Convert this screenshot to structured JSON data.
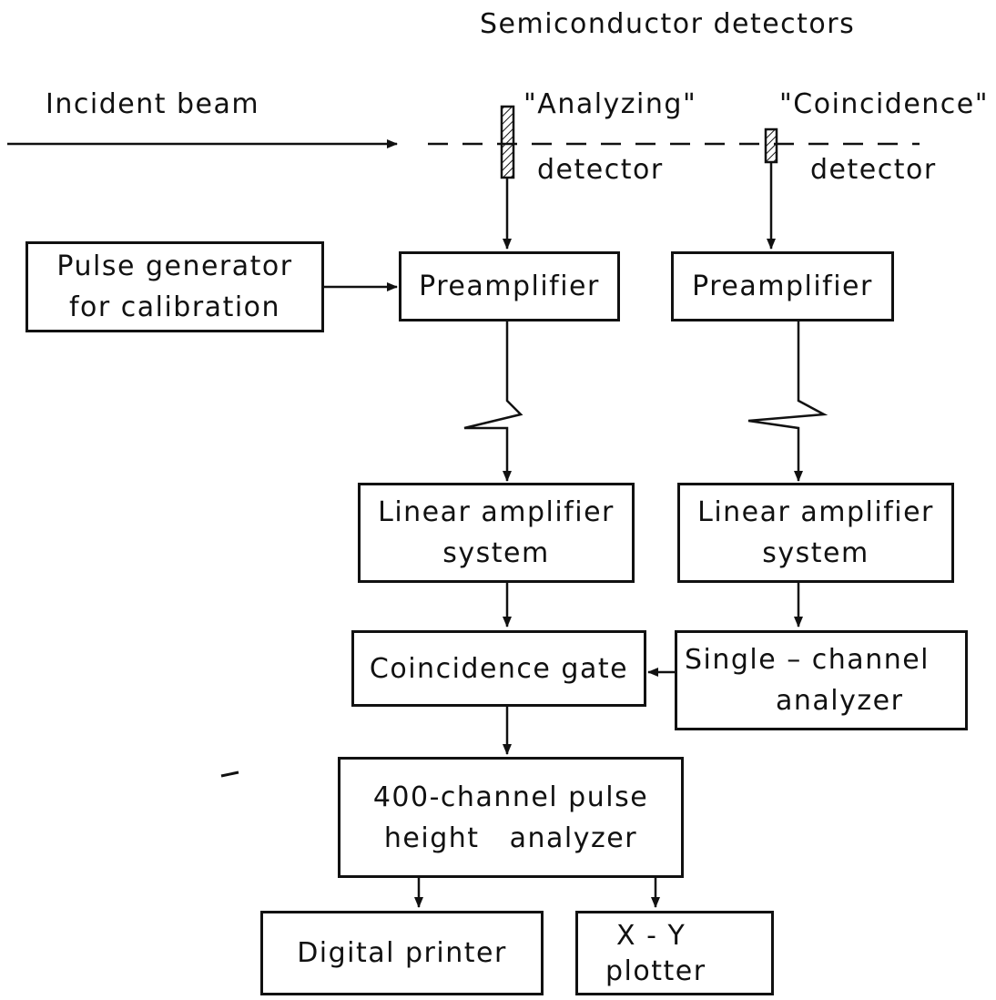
{
  "header": {
    "title": "Semiconductor detectors"
  },
  "beam": {
    "label": "Incident beam"
  },
  "detectors": {
    "analyzing": {
      "line1": "\"Analyzing\"",
      "line2": "detector"
    },
    "coincidence": {
      "line1": "\"Coincidence\"",
      "line2": "detector"
    }
  },
  "boxes": {
    "pulse_generator": {
      "line1": "Pulse generator",
      "line2": "for calibration"
    },
    "preamp_left": {
      "label": "Preamplifier"
    },
    "preamp_right": {
      "label": "Preamplifier"
    },
    "linear_amp_left": {
      "line1": "Linear amplifier",
      "line2": "system"
    },
    "linear_amp_right": {
      "line1": "Linear amplifier",
      "line2": "system"
    },
    "coincidence_gate": {
      "label": "Coincidence gate"
    },
    "single_channel": {
      "line1": "Single – channel",
      "line2": "analyzer"
    },
    "pulse_height": {
      "line1": "400-channel pulse",
      "line2": "height   analyzer"
    },
    "digital_printer": {
      "label": "Digital printer"
    },
    "xy_plotter": {
      "line1": "X - Y",
      "line2": "plotter"
    }
  }
}
